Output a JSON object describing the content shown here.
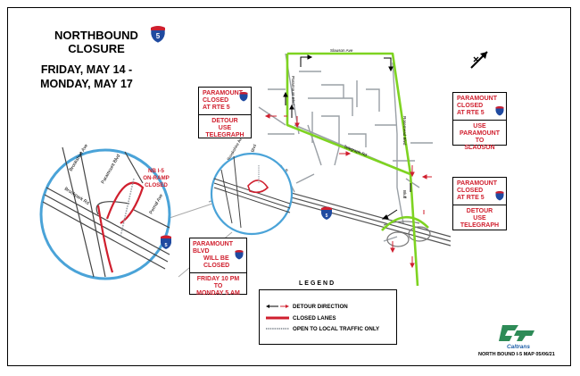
{
  "title": {
    "line1": "NORTHBOUND",
    "line2": "CLOSURE",
    "dates_line1": "FRIDAY, MAY 14 -",
    "dates_line2": "MONDAY, MAY 17"
  },
  "shield_number": "5",
  "streets": {
    "slauson": "Slauson Ave",
    "paramount": "Paramount Blvd",
    "rosemead": "Rosemead Blvd",
    "telegraph": "Telegraph Rd",
    "bluff": "Bluff Rd",
    "passons": "Passons Blvd",
    "brookshire": "Brookshire Ave",
    "florence": "Florence Ave",
    "pioneer": "Pioneer Blvd",
    "arnold": "Arnold Ave",
    "bluff_short": "Bluff"
  },
  "inset": {
    "callout_line1": "NB I-5",
    "callout_line2": "ON-RAMP",
    "callout_line3": "CLOSED",
    "street_left": "Brookshire Ave",
    "street_top": "Paramount Blvd",
    "street_mid": "Brookpark Rd",
    "street_right": "Pernal Ave"
  },
  "box_left": {
    "line1": "PARAMOUNT",
    "line2": "CLOSED",
    "line3": "AT RTE 5",
    "line4": "DETOUR",
    "line5": "USE",
    "line6": "TELEGRAPH"
  },
  "box_right_top": {
    "line1": "PARAMOUNT",
    "line2": "CLOSED",
    "line3": "AT RTE 5",
    "line4": "USE",
    "line5": "PARAMOUNT TO",
    "line6": "SLAUSON"
  },
  "box_right_mid": {
    "line1": "PARAMOUNT",
    "line2": "CLOSED",
    "line3": "AT RTE 5",
    "line4": "DETOUR",
    "line5": "USE",
    "line6": "TELEGRAPH"
  },
  "box_bottom": {
    "line1": "PARAMOUNT BLVD",
    "line2": "WILL BE",
    "line3": "CLOSED",
    "line4": "FRIDAY 10 PM",
    "line5": "TO",
    "line6": "MONDAY 5 AM"
  },
  "legend": {
    "title": "LEGEND",
    "detour": "DETOUR DIRECTION",
    "closed": "CLOSED LANES",
    "local": "OPEN TO LOCAL TRAFFIC ONLY"
  },
  "logo_text": "Caltrans",
  "footer": "NORTH BOUND I-5 MAP  05/06/21",
  "colors": {
    "detour": "#7ed321",
    "closed": "#d01f2e",
    "road": "#9aa0a6",
    "inset_ring": "#4aa3d8",
    "shield_blue": "#1f4aa0"
  }
}
